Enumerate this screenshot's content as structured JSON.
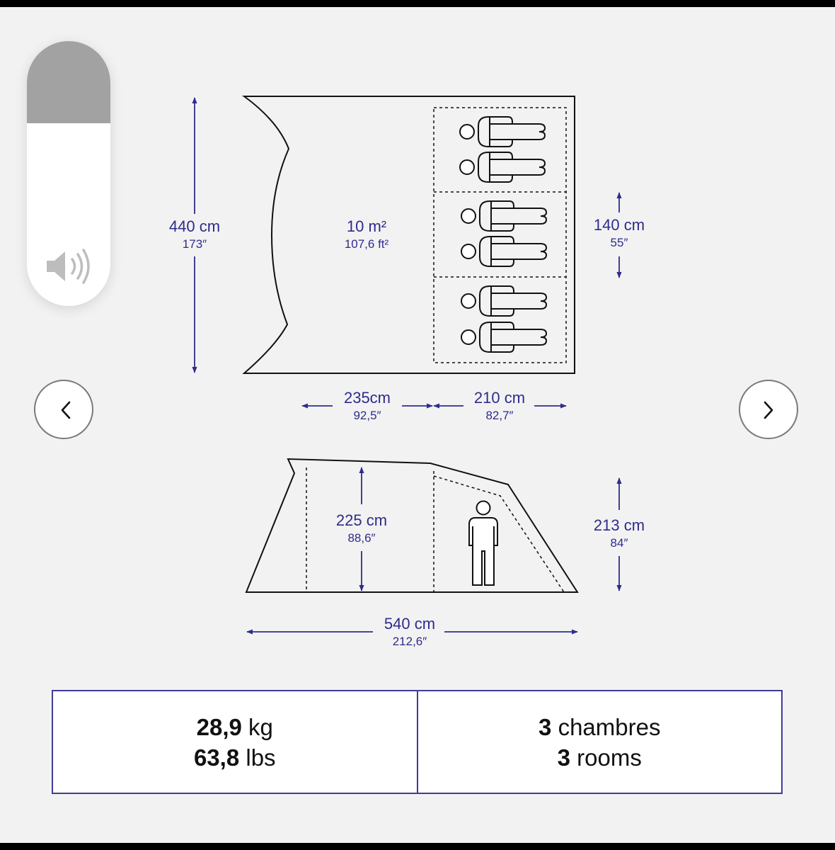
{
  "colors": {
    "accent": "#2e2c8c",
    "outline": "#111111",
    "background": "#f2f2f2"
  },
  "volume_hud": {
    "level_fraction": 0.31,
    "icon": "speaker-volume-icon"
  },
  "navigation": {
    "prev_icon": "chevron-left-icon",
    "next_icon": "chevron-right-icon"
  },
  "floor_plan": {
    "length": {
      "metric": "440 cm",
      "imperial": "173″"
    },
    "area": {
      "metric": "10 m²",
      "imperial": "107,6 ft²"
    },
    "room_width": {
      "metric": "140 cm",
      "imperial": "55″"
    },
    "living_length": {
      "metric": "235cm",
      "imperial": "92,5″"
    },
    "bedroom_length": {
      "metric": "210 cm",
      "imperial": "82,7″"
    },
    "rooms": 3,
    "sleepers_per_room": 2
  },
  "side_view": {
    "max_height": {
      "metric": "225 cm",
      "imperial": "88,6″"
    },
    "bedroom_height": {
      "metric": "213 cm",
      "imperial": "84″"
    },
    "total_length": {
      "metric": "540 cm",
      "imperial": "212,6″"
    }
  },
  "specs": {
    "weight": [
      {
        "value": "28,9",
        "unit": "kg"
      },
      {
        "value": "63,8",
        "unit": "lbs"
      }
    ],
    "rooms": [
      {
        "value": "3",
        "unit": "chambres"
      },
      {
        "value": "3",
        "unit": "rooms"
      }
    ]
  }
}
